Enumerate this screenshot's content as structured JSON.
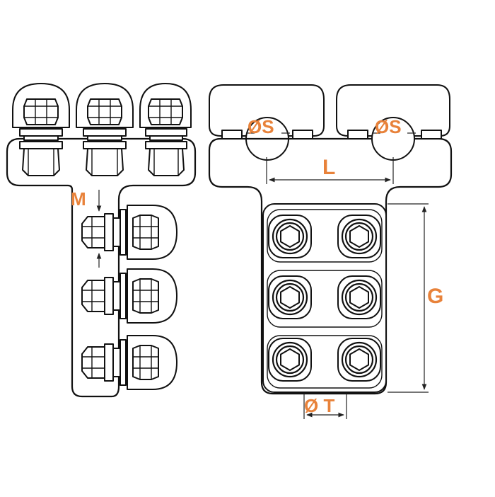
{
  "labels": {
    "bore_s": "ØS",
    "length": "L",
    "bolt_spacing": "M",
    "grip_height": "G",
    "tab_bore": "Ø T"
  },
  "colors": {
    "label": "#e8823a",
    "line": "#111111",
    "background": "#ffffff"
  }
}
